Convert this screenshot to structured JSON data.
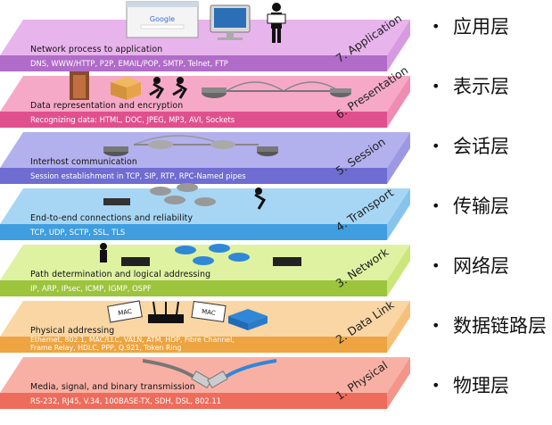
{
  "layers": [
    {
      "id": "application",
      "side_label": "7. Application",
      "title": "Network process to application",
      "protocols": [
        "DNS, WWW/HTTP, P2P, EMAIL/POP, SMTP, Telnet, FTP"
      ],
      "zh": "应用层",
      "top_color": "#e8b4ec",
      "band_color": "#b06cc8",
      "side_color": "#d79ae0"
    },
    {
      "id": "presentation",
      "side_label": "6. Presentation",
      "title": "Data representation and encryption",
      "protocols": [
        "Recognizing data: HTML, DOC, JPEG, MP3, AVI, Sockets"
      ],
      "zh": "表示层",
      "top_color": "#f6a9c6",
      "band_color": "#e0508e",
      "side_color": "#f08cb4"
    },
    {
      "id": "session",
      "side_label": "5. Session",
      "title": "Interhost communication",
      "protocols": [
        "Session establishment in TCP, SIP, RTP, RPC-Named pipes"
      ],
      "zh": "会话层",
      "top_color": "#b3b0ee",
      "band_color": "#6f6cd2",
      "side_color": "#9c98e4"
    },
    {
      "id": "transport",
      "side_label": "4. Transport",
      "title": "End-to-end connections and reliability",
      "protocols": [
        "TCP, UDP, SCTP, SSL, TLS"
      ],
      "zh": "传输层",
      "top_color": "#a7d6f4",
      "band_color": "#3f9ee0",
      "side_color": "#86c4ec"
    },
    {
      "id": "network",
      "side_label": "3. Network",
      "title": "Path determination and logical addressing",
      "protocols": [
        "IP, ARP, IPsec, ICMP, IGMP, OSPF"
      ],
      "zh": "网络层",
      "top_color": "#def2a2",
      "band_color": "#9cc43c",
      "side_color": "#cbe67a"
    },
    {
      "id": "data-link",
      "side_label": "2. Data Link",
      "title": "Physical addressing",
      "protocols": [
        "Ethernet, 802.1, MAC/LLC, VALN, ATM, HDP, Fibre Channel,",
        "Frame Relay, HDLC, PPP, Q.921, Token Ring"
      ],
      "zh": "数据链路层",
      "top_color": "#f9d6a4",
      "band_color": "#eea440",
      "side_color": "#f5c07a"
    },
    {
      "id": "physical",
      "side_label": "1. Physical",
      "title": "Media, signal, and binary transmission",
      "protocols": [
        "RS-232, RJ45, V.34, 100BASE-TX, SDH, DSL, 802.11"
      ],
      "zh": "物理层",
      "top_color": "#f9b0a4",
      "band_color": "#ee6c5c",
      "side_color": "#f4958a"
    }
  ],
  "art": {
    "browser_logo": "Google",
    "mac_tag_1": "MAC",
    "mac_tag_2": "MAC"
  },
  "icons": [
    "computer-icon",
    "browser-window-icon",
    "person-icon",
    "router-icon",
    "switch-icon",
    "network-cable-icon"
  ]
}
